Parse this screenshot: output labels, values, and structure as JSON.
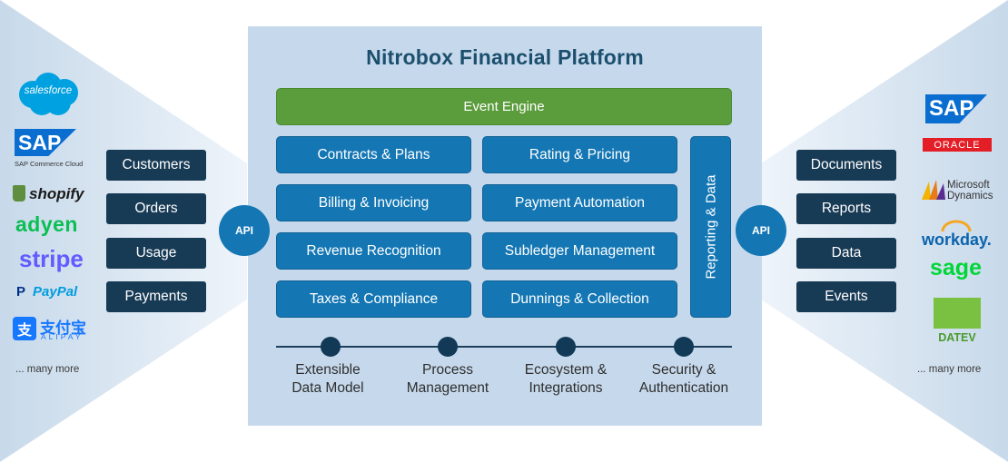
{
  "title": "Nitrobox Financial Platform",
  "event_engine": "Event Engine",
  "modules": [
    "Contracts & Plans",
    "Rating & Pricing",
    "Billing & Invoicing",
    "Payment Automation",
    "Revenue Recognition",
    "Subledger Management",
    "Taxes & Compliance",
    "Dunnings & Collection"
  ],
  "reporting": "Reporting & Data",
  "pillars": [
    {
      "line1": "Extensible",
      "line2": "Data Model"
    },
    {
      "line1": "Process",
      "line2": "Management"
    },
    {
      "line1": "Ecosystem &",
      "line2": "Integrations"
    },
    {
      "line1": "Security &",
      "line2": "Authentication"
    }
  ],
  "api_label": "API",
  "left_inputs": [
    "Customers",
    "Orders",
    "Usage",
    "Payments"
  ],
  "right_outputs": [
    "Documents",
    "Reports",
    "Data",
    "Events"
  ],
  "left_logos": {
    "salesforce": "salesforce",
    "sap": "SAP",
    "sap_sub": "SAP Commerce Cloud",
    "shopify": "shopify",
    "adyen": "adyen",
    "stripe": "stripe",
    "paypal": "PayPal",
    "alipay_cn": "支付宝",
    "alipay": "ALIPAY"
  },
  "right_logos": {
    "sap": "SAP",
    "oracle": "ORACLE",
    "ms_line1": "Microsoft",
    "ms_line2": "Dynamics",
    "workday": "workday.",
    "sage": "sage",
    "datev": "DATEV"
  },
  "many_more": "... many more",
  "colors": {
    "platform_bg": "#c6d9ec",
    "module_blue": "#1477b4",
    "engine_green": "#5b9c3c",
    "side_box": "#173a55",
    "title": "#1c4f6e"
  }
}
